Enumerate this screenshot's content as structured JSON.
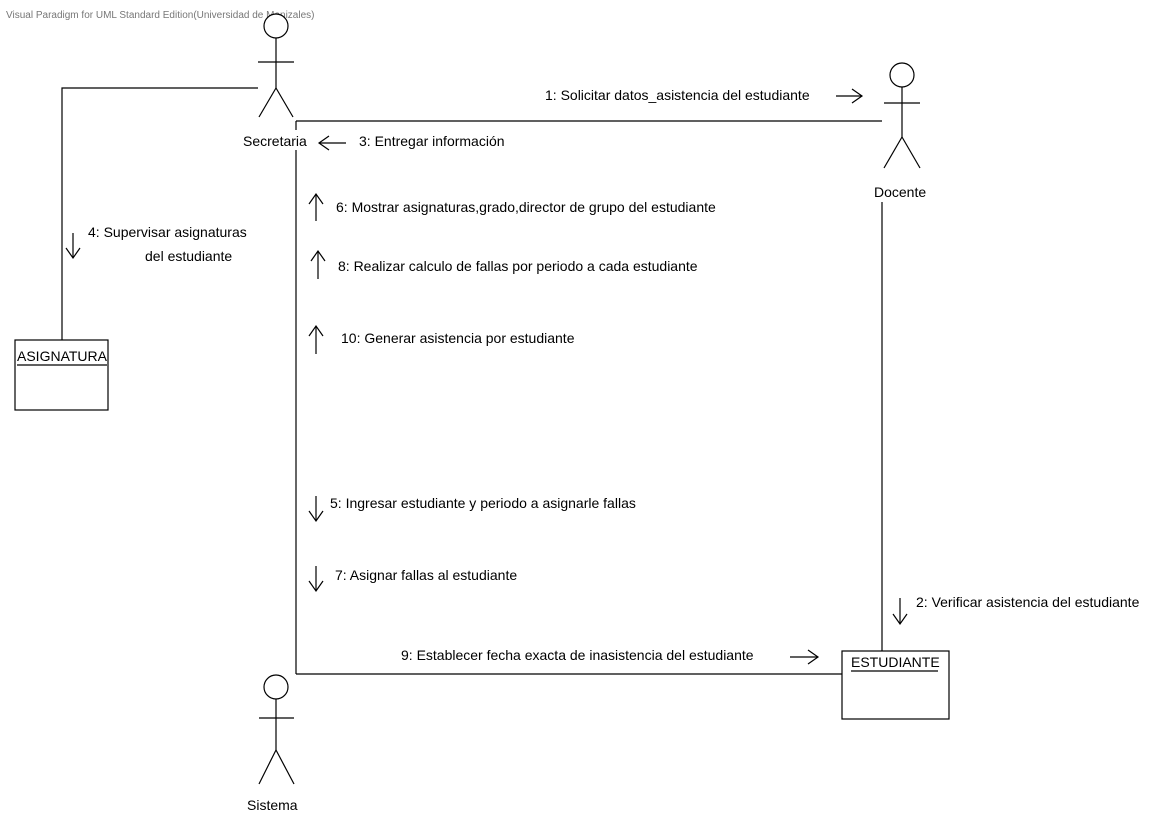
{
  "watermark": "Visual Paradigm for UML Standard Edition(Universidad de Manizales)",
  "actors": {
    "secretaria": "Secretaria",
    "docente": "Docente",
    "sistema": "Sistema"
  },
  "objects": {
    "asignatura": "ASIGNATURA",
    "estudiante": "ESTUDIANTE"
  },
  "messages": {
    "m1": "1: Solicitar datos_asistencia del estudiante",
    "m2": "2: Verificar asistencia del estudiante",
    "m3": "3: Entregar información",
    "m4_line1": "4: Supervisar asignaturas",
    "m4_line2": "del estudiante",
    "m5": "5: Ingresar estudiante y periodo a asignarle fallas",
    "m6": "6: Mostrar asignaturas,grado,director de grupo del estudiante",
    "m7": "7: Asignar fallas al estudiante",
    "m8": "8: Realizar calculo de fallas por periodo a cada estudiante",
    "m9": "9: Establecer fecha exacta de inasistencia del  estudiante",
    "m10": "10: Generar asistencia por estudiante"
  }
}
